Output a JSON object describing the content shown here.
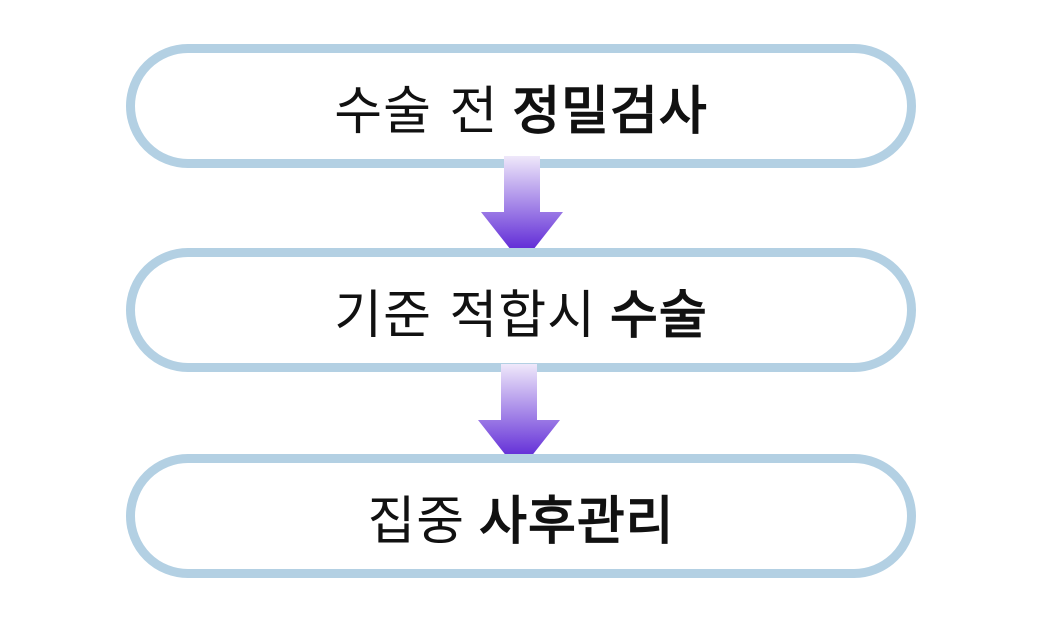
{
  "steps": [
    {
      "light": "수술 전",
      "bold": "정밀검사"
    },
    {
      "light": "기준 적합시",
      "bold": "수술"
    },
    {
      "light": "집중",
      "bold": "사후관리"
    }
  ],
  "colors": {
    "box_border": "#b3d0e3",
    "arrow_top": "#e6dcf6",
    "arrow_bottom": "#4b0fd1",
    "text": "#111111"
  },
  "icons": {
    "arrow": "arrow-down-icon"
  }
}
